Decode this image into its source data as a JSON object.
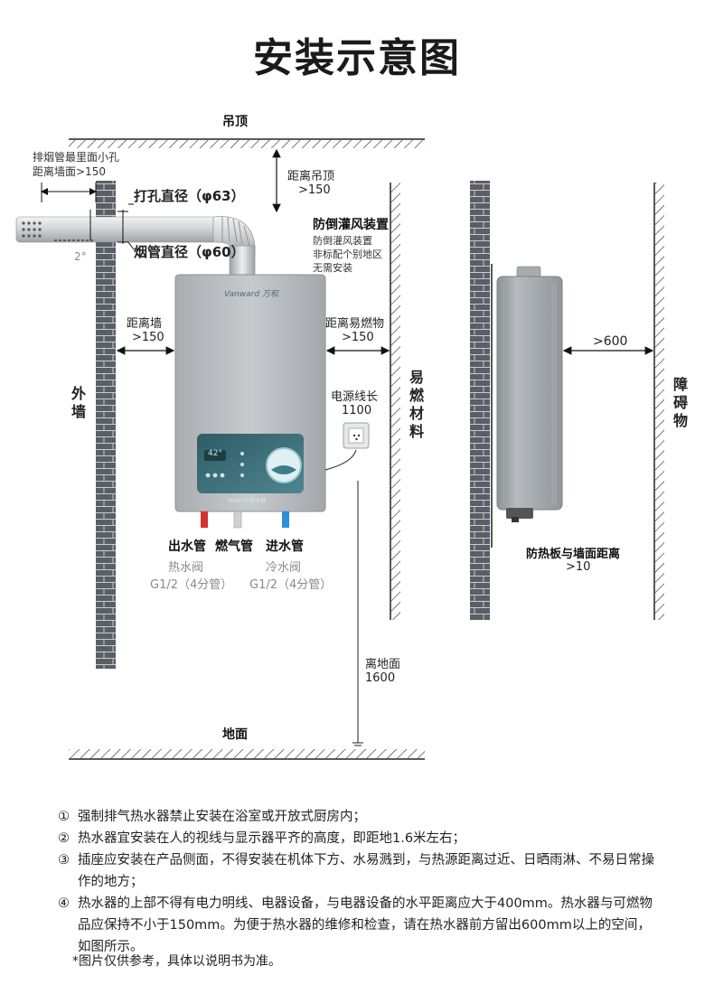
{
  "title": "安装示意图",
  "labels": {
    "ceiling": "吊顶",
    "floor": "地面",
    "outer_wall": "外墙",
    "flammable": "易燃材料",
    "obstacle": "障碍物",
    "vent_hole_line1": "排烟管最里面小孔",
    "vent_hole_line2": "距离墙面>150",
    "drill_dia": "打孔直径（φ63）",
    "flue_dia": "烟管直径（φ60）",
    "slope": "2°",
    "ceiling_dist_line1": "距离吊顶",
    "ceiling_dist_line2": ">150",
    "wind_device": "防倒灌风装置",
    "wind_note_1": "防倒灌风装置",
    "wind_note_2": "非标配个别地区",
    "wind_note_3": "无需安装",
    "wall_dist_line1": "距离墙",
    "wall_dist_line2": ">150",
    "flam_dist_line1": "距离易燃物",
    "flam_dist_line2": ">150",
    "cord_line1": "电源线长",
    "cord_line2": "1100",
    "hot_pipe": "出水管",
    "gas_pipe": "燃气管",
    "cold_pipe": "进水管",
    "hot_valve_1": "热水阀",
    "hot_valve_2": "G1/2（4分管）",
    "cold_valve_1": "冷水阀",
    "cold_valve_2": "G1/2（4分管）",
    "floor_dist_line1": "离地面",
    "floor_dist_line2": "1600",
    "front_dist": ">600",
    "shield_line1": "防热板与墙面距离",
    "shield_line2": ">10"
  },
  "device": {
    "brand": "Vanward 万和",
    "display_temp": "42°",
    "bottom_text": "WANHE·热水器"
  },
  "notes": [
    {
      "num": "①",
      "text": "强制排气热水器禁止安装在浴室或开放式厨房内；"
    },
    {
      "num": "②",
      "text": "热水器宜安装在人的视线与显示器平齐的高度，即距地1.6米左右；"
    },
    {
      "num": "③",
      "text": "插座应安装在产品侧面，不得安装在机体下方、水易溅到，与热源距离过近、日晒雨淋、不易日常操作的地方；"
    },
    {
      "num": "④",
      "text": "热水器的上部不得有电力明线、电器设备，与电器设备的水平距离应大于400mm。热水器与可燃物品应保持不小于150mm。为便于热水器的维修和检查，请在热水器前方留出600mm以上的空间，如图所示。"
    }
  ],
  "footnote": "*图片仅供参考，具体以说明书为准。",
  "colors": {
    "wall_brick": "#5a5f66",
    "mortar": "#c8ccd0",
    "heater_body": "#b9bcbf",
    "panel_teal": "#3f6f78",
    "hot_pipe": "#d8312b",
    "cold_pipe": "#2f8fd6",
    "pipe_silver": "#cfd2d4"
  }
}
